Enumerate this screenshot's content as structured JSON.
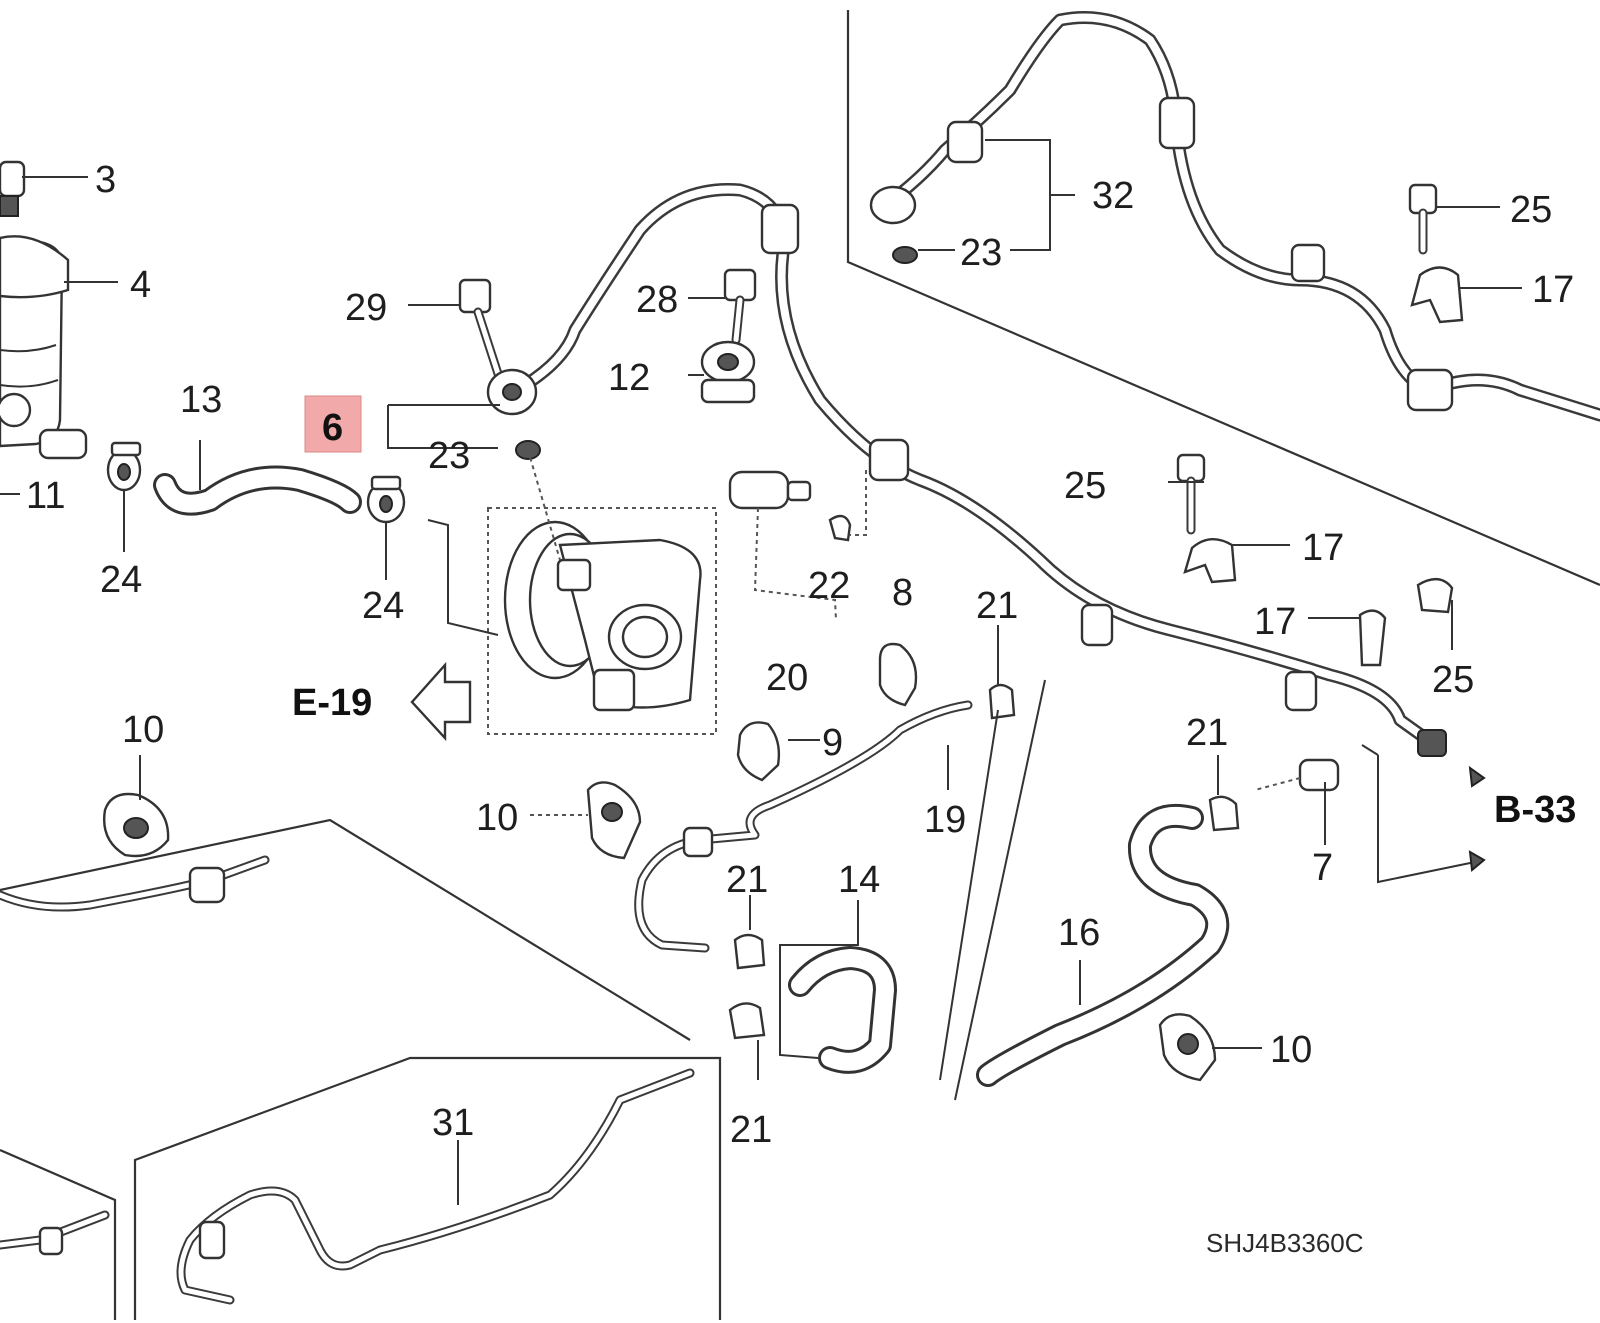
{
  "callouts": {
    "c3": "3",
    "c4": "4",
    "c11": "11",
    "c13": "13",
    "c24a": "24",
    "c24b": "24",
    "c29": "29",
    "c6": "6",
    "c23a": "23",
    "c28": "28",
    "c12": "12",
    "c22": "22",
    "c20": "20",
    "c8": "8",
    "c21a": "21",
    "c9": "9",
    "c19": "19",
    "c10a": "10",
    "c10b": "10",
    "c10c": "10",
    "c21b": "21",
    "c14": "14",
    "c21c": "21",
    "c21d": "21",
    "c16": "16",
    "c7": "7",
    "c32": "32",
    "c23b": "23",
    "c25a": "25",
    "c17a": "17",
    "c25b": "25",
    "c17b": "17",
    "c17c": "17",
    "c25c": "25",
    "c31": "31"
  },
  "references": {
    "e19": "E-19",
    "b33": "B-33"
  },
  "diagram_code": "SHJ4B3360C",
  "colors": {
    "highlight": "#f2a9a9",
    "line": "#333333",
    "background": "#ffffff"
  }
}
